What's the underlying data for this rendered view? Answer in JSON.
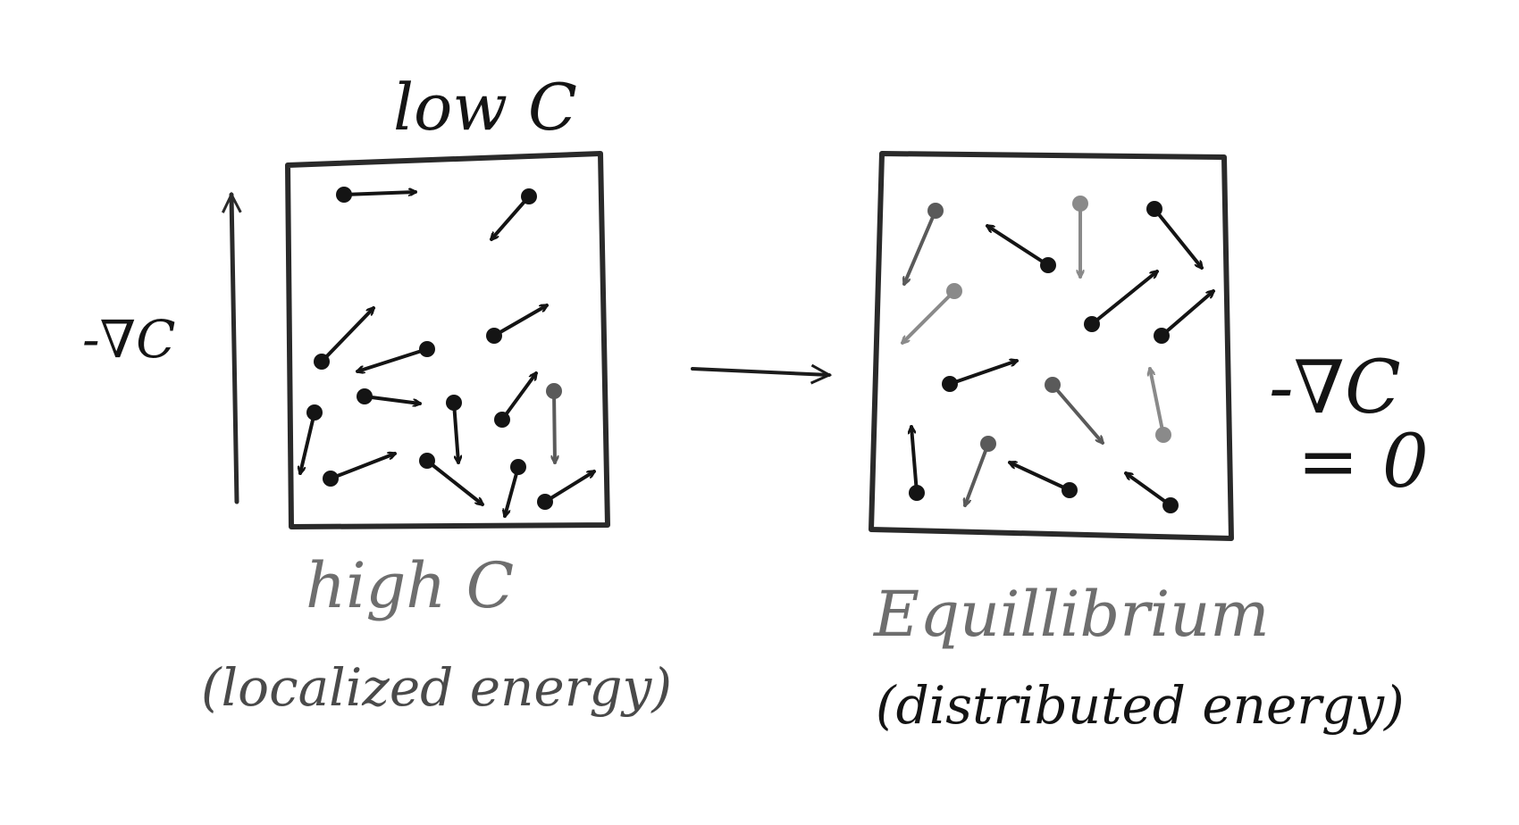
{
  "left_box": {
    "top_label": "low C",
    "bottom_label": "high C",
    "caption": "(localized energy)",
    "side_label": "-∇C"
  },
  "right_box": {
    "bottom_label": "Equillibrium",
    "caption": "(distributed energy)",
    "side_label": "-∇C",
    "side_value": "= 0"
  },
  "colors": {
    "board": "#ffffff",
    "ink_dark": "#141414",
    "ink_grey": "#5a5a5a",
    "ink_light": "#8a8a8a"
  },
  "icons": [
    "upward-gradient-arrow-icon",
    "transition-arrow-icon",
    "particle-velocity-arrow-icon"
  ]
}
